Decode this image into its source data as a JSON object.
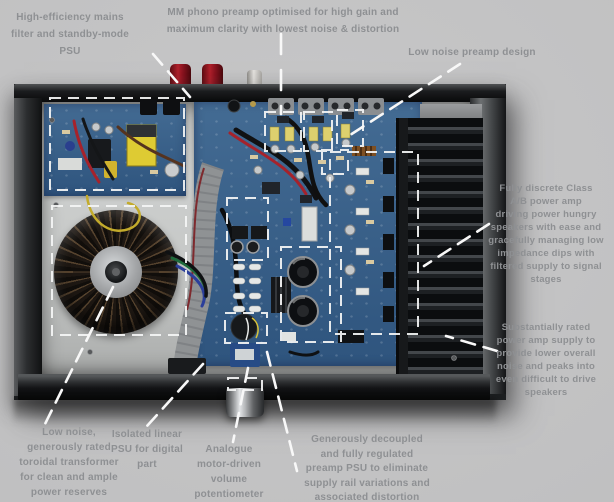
{
  "figure_title": "",
  "colors": {
    "background": "#c2c3c4",
    "annotation_text": "#8e9093",
    "leader_line": "#f5f6f6",
    "pcb_blue": "#35608b",
    "chassis_black": "#1c1e20"
  },
  "annotations": {
    "mains_psu": {
      "text": "High-efficiency mains\nfilter and standby-mode\nPSU"
    },
    "phono": {
      "text": "MM phono preamp optimised for high gain and\nmaximum clarity with lowest noise & distortion"
    },
    "preamp": {
      "text": "Low noise preamp design"
    },
    "power_amp": {
      "text": "Fully discrete Class\nA/B power amp\ndriving power hungry\nspeakers with ease and\ngracefully managing low\nimpedance dips with\nfiltered supply to signal\nstages"
    },
    "power_supply": {
      "text": "Substantially rated\npower amp supply to\nprovide lower overall\nnoise and peaks into\neven difficult to drive\nspeakers"
    },
    "transformer": {
      "text": "Low noise,\ngenerously rated\ntoroidal transformer\nfor clean and ample\npower reserves"
    },
    "digital_psu": {
      "text": "Isolated linear\nPSU for digital\npart"
    },
    "volume_pot": {
      "text": "Analogue\nmotor-driven\nvolume\npotentiometer"
    },
    "preamp_psu": {
      "text": "Generously decoupled\nand fully regulated\npreamp PSU to eliminate\nsupply rail variations and\nassociated distortion"
    }
  }
}
